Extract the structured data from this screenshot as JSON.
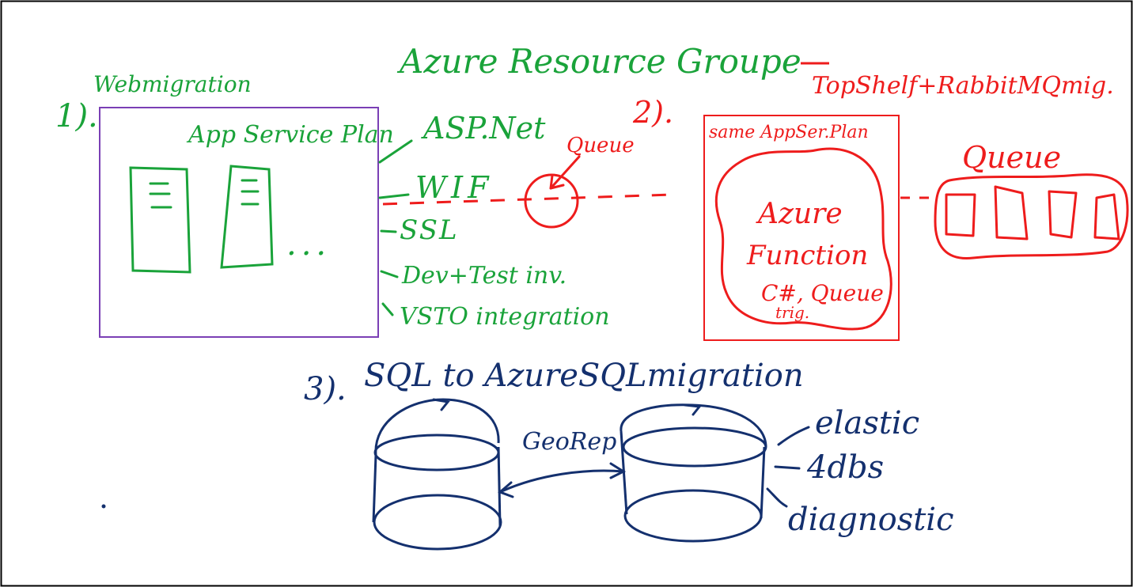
{
  "colors": {
    "green": "#1aa33a",
    "red": "#ee1c1c",
    "navy": "#14306e",
    "purple": "#7a3fb5",
    "border": "#000000",
    "background": "#ffffff"
  },
  "title": "Azure Resource Groupe",
  "section1": {
    "number": "1).",
    "heading": "Webmigration",
    "box_label": "App Service Plan",
    "features": [
      "ASP.Net",
      "WIF",
      "SSL",
      "Dev+Test inv.",
      "VSTO integration"
    ],
    "ellipsis": "..."
  },
  "section2": {
    "number": "2).",
    "heading": "TopShelf+RabbitMQmig.",
    "queue_label_small": "Queue",
    "box_label": "same AppSer.Plan",
    "function_line1": "Azure",
    "function_line2": "Function",
    "function_line3": "C#, Queue",
    "function_line4": "trig.",
    "queue_label_big": "Queue"
  },
  "section3": {
    "number": "3).",
    "heading": "SQL to AzureSQLmigration",
    "link_label": "GeoRep",
    "features": [
      "elastic",
      "4dbs",
      "diagnostic"
    ]
  }
}
